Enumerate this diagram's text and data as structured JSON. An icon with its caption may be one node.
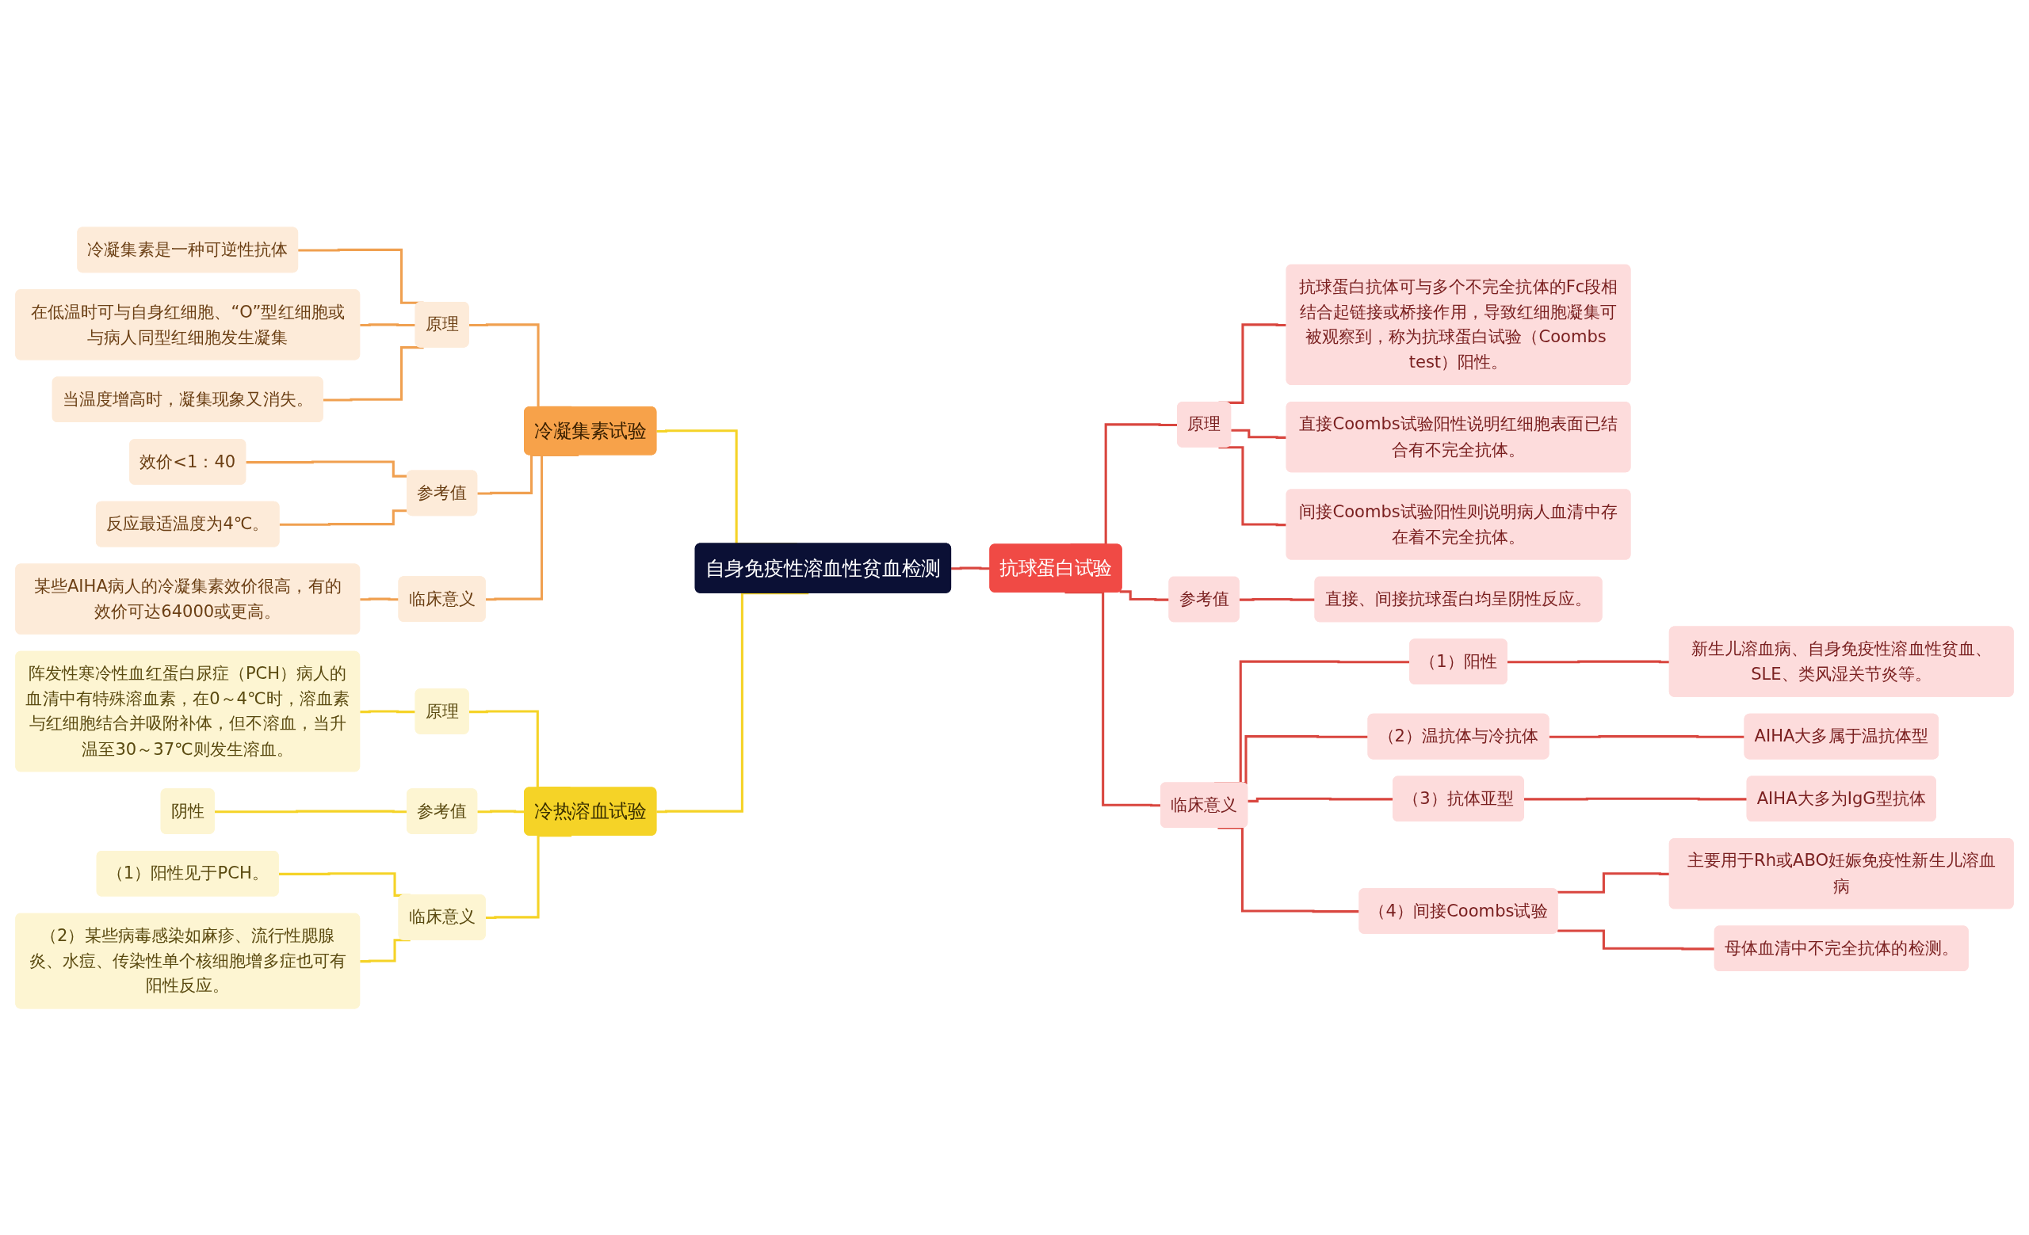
{
  "diagram": {
    "nodes": [
      {
        "text": [
          "自身免疫性溶血性贫血检测"
        ]
      },
      {
        "text": [
          "冷凝集素试验"
        ]
      },
      {
        "text": [
          "原理"
        ]
      },
      {
        "text": [
          "冷凝集素是一种可逆性抗体"
        ]
      },
      {
        "text": [
          "在低温时可与自身红细胞、“O”型红细胞或与病人同型红细胞发生凝集"
        ]
      },
      {
        "text": [
          "当温度增高时，凝集现象又消失。"
        ]
      },
      {
        "text": [
          "参考值"
        ]
      },
      {
        "text": [
          "效价<1：40"
        ]
      },
      {
        "text": [
          "反应最适温度为4℃。"
        ]
      },
      {
        "text": [
          "临床意义"
        ]
      },
      {
        "text": [
          "某些AIHA病人的冷凝集素效价很高，有的效价可达64000或更高。"
        ]
      },
      {
        "text": [
          "冷热溶血试验"
        ]
      },
      {
        "text": [
          "原理"
        ]
      },
      {
        "text": [
          "阵发性寒冷性血红蛋白尿症（PCH）病人的血清中有特殊溶血素，在0～4℃时，溶血素与红细胞结合并吸附补体，但不溶血，当升温至30～37℃则发生溶血。"
        ]
      },
      {
        "text": [
          "参考值"
        ]
      },
      {
        "text": [
          "阴性"
        ]
      },
      {
        "text": [
          "临床意义"
        ]
      },
      {
        "text": [
          "（1）阳性见于PCH。"
        ]
      },
      {
        "text": [
          "（2）某些病毒感染如麻疹、流行性腮腺炎、水痘、传染性单个核细胞增多症也可有阳性反应。"
        ]
      },
      {
        "text": [
          "抗球蛋白试验"
        ]
      },
      {
        "text": [
          "原理"
        ]
      },
      {
        "text": [
          "抗球蛋白抗体可与多个不完全抗体的Fc段相结合起链接或桥接作用，导致红细胞凝集可被观察到，称为抗球蛋白试验（Coombs test）阳性。"
        ]
      },
      {
        "text": [
          "直接Coombs试验阳性说明红细胞表面已结合有不完全抗体。"
        ]
      },
      {
        "text": [
          "间接Coombs试验阳性则说明病人血清中存在着不完全抗体。"
        ]
      },
      {
        "text": [
          "参考值"
        ]
      },
      {
        "text": [
          "直接、间接抗球蛋白均呈阴性反应。"
        ]
      },
      {
        "text": [
          "临床意义"
        ]
      },
      {
        "text": [
          "（1）阳性"
        ]
      },
      {
        "text": [
          "新生儿溶血病、自身免疫性溶血性贫血、SLE、类风湿关节炎等。"
        ]
      },
      {
        "text": [
          "（2）温抗体与冷抗体"
        ]
      },
      {
        "text": [
          "AIHA大多属于温抗体型"
        ]
      },
      {
        "text": [
          "（3）抗体亚型"
        ]
      },
      {
        "text": [
          "AIHA大多为IgG型抗体"
        ]
      },
      {
        "text": [
          "（4）间接Coombs试验"
        ]
      },
      {
        "text": [
          "主要用于Rh或ABO妊娠免疫性新生儿溶血病"
        ]
      },
      {
        "text": [
          "母体血清中不完全抗体的检测。"
        ]
      }
    ],
    "edges": [
      {
        "from": 0,
        "to": 1,
        "arrow": "none",
        "color": "#f5d327"
      },
      {
        "from": 1,
        "to": 2,
        "arrow": "none",
        "color": "#f0a050"
      },
      {
        "from": 2,
        "to": 3,
        "arrow": "none",
        "color": "#f0a050"
      },
      {
        "from": 2,
        "to": 4,
        "arrow": "none",
        "color": "#f0a050"
      },
      {
        "from": 2,
        "to": 5,
        "arrow": "none",
        "color": "#f0a050"
      },
      {
        "from": 1,
        "to": 6,
        "arrow": "none",
        "color": "#f0a050"
      },
      {
        "from": 6,
        "to": 7,
        "arrow": "none",
        "color": "#f0a050"
      },
      {
        "from": 6,
        "to": 8,
        "arrow": "none",
        "color": "#f0a050"
      },
      {
        "from": 1,
        "to": 9,
        "arrow": "none",
        "color": "#f0a050"
      },
      {
        "from": 9,
        "to": 10,
        "arrow": "none",
        "color": "#f0a050"
      },
      {
        "from": 0,
        "to": 11,
        "arrow": "none",
        "color": "#f5d327"
      },
      {
        "from": 11,
        "to": 12,
        "arrow": "none",
        "color": "#f5d327"
      },
      {
        "from": 12,
        "to": 13,
        "arrow": "none",
        "color": "#f5d327"
      },
      {
        "from": 11,
        "to": 14,
        "arrow": "none",
        "color": "#f5d327"
      },
      {
        "from": 14,
        "to": 15,
        "arrow": "none",
        "color": "#f5d327"
      },
      {
        "from": 11,
        "to": 16,
        "arrow": "none",
        "color": "#f5d327"
      },
      {
        "from": 16,
        "to": 17,
        "arrow": "none",
        "color": "#f5d327"
      },
      {
        "from": 16,
        "to": 18,
        "arrow": "none",
        "color": "#f5d327"
      },
      {
        "from": 0,
        "to": 19,
        "arrow": "none"
      },
      {
        "from": 19,
        "to": 20,
        "arrow": "none"
      },
      {
        "from": 20,
        "to": 21,
        "arrow": "none"
      },
      {
        "from": 20,
        "to": 22,
        "arrow": "none"
      },
      {
        "from": 20,
        "to": 23,
        "arrow": "none"
      },
      {
        "from": 19,
        "to": 24,
        "arrow": "none"
      },
      {
        "from": 24,
        "to": 25,
        "arrow": "none"
      },
      {
        "from": 19,
        "to": 26,
        "arrow": "none"
      },
      {
        "from": 26,
        "to": 27,
        "arrow": "none"
      },
      {
        "from": 27,
        "to": 28,
        "arrow": "none"
      },
      {
        "from": 26,
        "to": 29,
        "arrow": "none"
      },
      {
        "from": 29,
        "to": 30,
        "arrow": "none"
      },
      {
        "from": 26,
        "to": 31,
        "arrow": "none"
      },
      {
        "from": 31,
        "to": 32,
        "arrow": "none"
      },
      {
        "from": 26,
        "to": 33,
        "arrow": "none"
      },
      {
        "from": 33,
        "to": 34,
        "arrow": "none"
      },
      {
        "from": 33,
        "to": 35,
        "arrow": "none"
      }
    ]
  }
}
